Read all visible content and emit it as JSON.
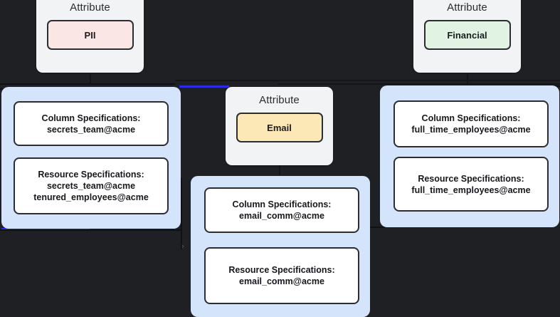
{
  "canvas": {
    "background_color": "#1f2024",
    "panel_color": "#d3e4fb",
    "accent_blue": "#2a2ae8"
  },
  "attributes": [
    {
      "id": "pii",
      "title": "Attribute",
      "chip_label": "PII",
      "chip_color": "#fae6e5"
    },
    {
      "id": "financial",
      "title": "Attribute",
      "chip_label": "Financial",
      "chip_color": "#e1f3e3"
    },
    {
      "id": "email",
      "title": "Attribute",
      "chip_label": "Email",
      "chip_color": "#fbe8b6"
    }
  ],
  "groups": [
    {
      "id": "pii-group",
      "boxes": [
        {
          "id": "pii-column-spec",
          "lines": [
            "Column Specifications:",
            "secrets_team@acme"
          ]
        },
        {
          "id": "pii-resource-spec",
          "lines": [
            "Resource Specifications:",
            "secrets_team@acme",
            "tenured_employees@acme"
          ]
        }
      ]
    },
    {
      "id": "financial-group",
      "boxes": [
        {
          "id": "financial-column-spec",
          "lines": [
            "Column Specifications:",
            "full_time_employees@acme"
          ]
        },
        {
          "id": "financial-resource-spec",
          "lines": [
            "Resource Specifications:",
            "full_time_employees@acme"
          ]
        }
      ]
    },
    {
      "id": "email-group",
      "boxes": [
        {
          "id": "email-column-spec",
          "lines": [
            "Column Specifications:",
            "email_comm@acme"
          ]
        },
        {
          "id": "email-resource-spec",
          "lines": [
            "Resource Specifications:",
            "email_comm@acme"
          ]
        }
      ]
    }
  ],
  "marks": {
    "chevron": "›"
  }
}
